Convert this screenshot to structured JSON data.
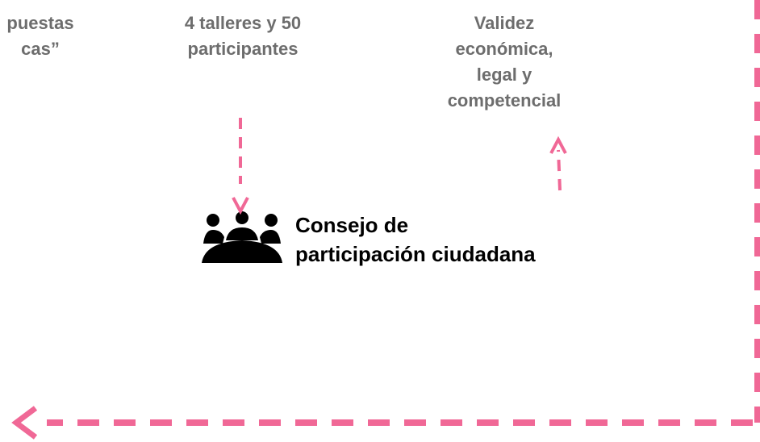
{
  "labels": {
    "left_line1": "puestas",
    "left_line2": "cas”",
    "center_line1": "4 talleres y 50",
    "center_line2": "participantes",
    "right_line1": "Validez",
    "right_line2": "económica,",
    "right_line3": "legal y",
    "right_line4": "competencial"
  },
  "council": {
    "title_line1": "Consejo de",
    "title_line2": "participación ciudadana",
    "icon": "people-group-icon"
  },
  "colors": {
    "accent": "#f06896",
    "label_text": "#6d6d6d",
    "title_text": "#000000"
  }
}
